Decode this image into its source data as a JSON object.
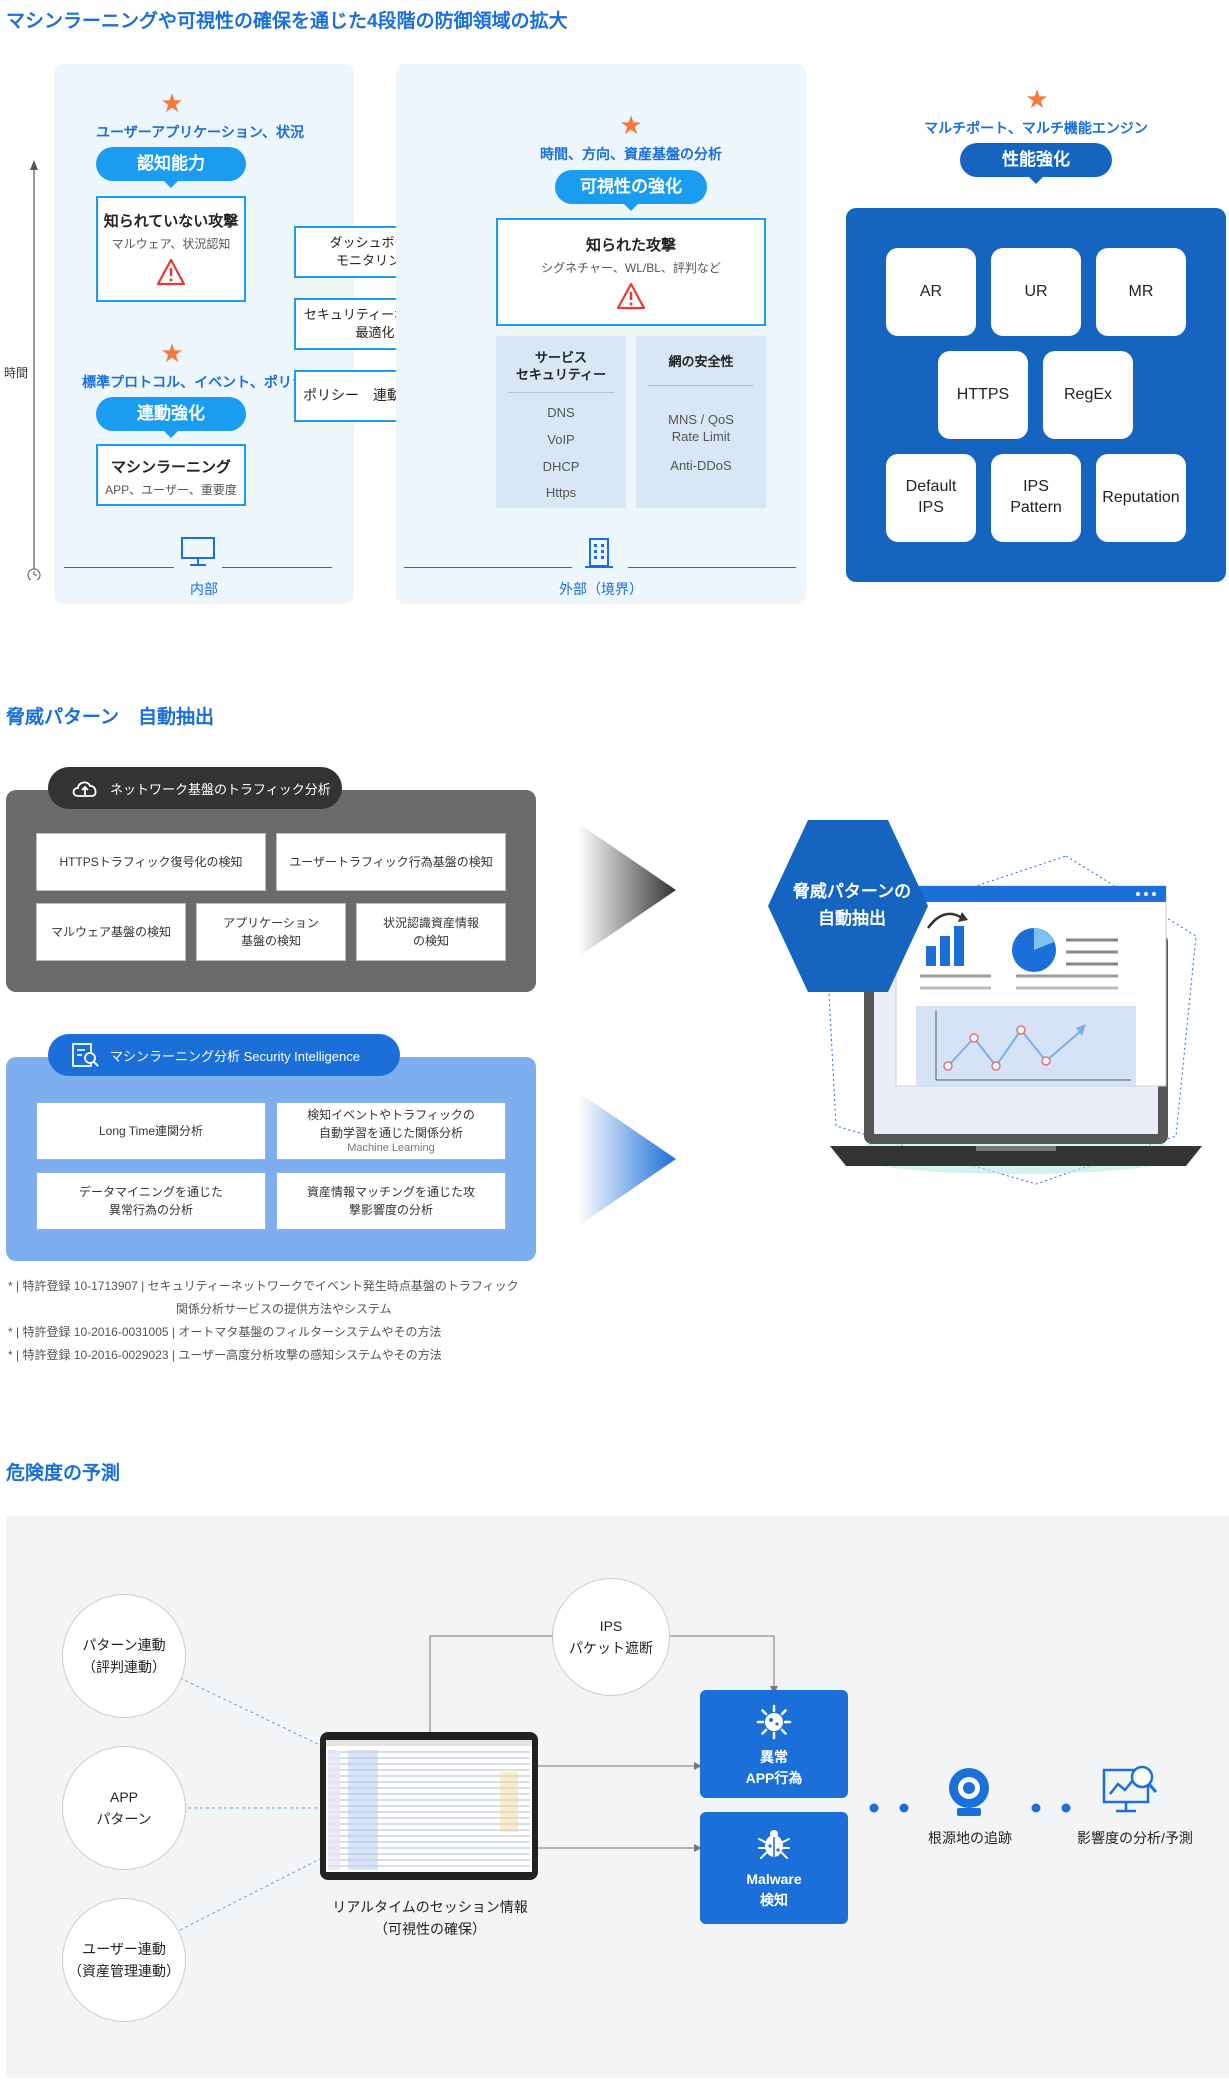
{
  "section1": {
    "title": "マシンラーニングや可視性の確保を通じた4段階の防御領域の拡大",
    "time_label": "時間",
    "inner": {
      "top_label": "ユーザーアプリケーション、状況",
      "top_pill": "認知能力",
      "unknown_title": "知られていない攻撃",
      "unknown_sub": "マルウェア、状況認知",
      "bottom_label": "標準プロトコル、イベント、ポリシー",
      "bottom_pill": "連動強化",
      "ml_title": "マシンラーニング",
      "ml_sub": "APP、ユーザー、重要度",
      "footer": "内部"
    },
    "middle_boxes": [
      "ダッシュボード\nモニタリング",
      "セキュリティーポリシー\n最適化",
      "ポリシー　連動 自動化"
    ],
    "outer": {
      "top_label": "時間、方向、資産基盤の分析",
      "pill": "可視性の強化",
      "known_title": "知られた攻撃",
      "known_sub": "シグネチャー、WL/BL、評判など",
      "col1_header": "サービス\nセキュリティー",
      "col1_items": [
        "DNS",
        "VoIP",
        "DHCP",
        "Https"
      ],
      "col2_header": "網の安全性",
      "col2_items": [
        "MNS / QoS\nRate Limit",
        "Anti-DDoS"
      ],
      "footer": "外部（境界）"
    },
    "perf": {
      "top_label": "マルチポート、マルチ機能エンジン",
      "pill": "性能強化",
      "tiles": [
        "AR",
        "UR",
        "MR",
        "HTTPS",
        "RegEx",
        "Default\nIPS",
        "IPS\nPattern",
        "Reputation"
      ]
    }
  },
  "section2": {
    "title": "脅威パターン　自動抽出",
    "group1_label": "ネットワーク基盤のトラフィック分析",
    "group1_items": [
      "HTTPSトラフィック復号化の検知",
      "ユーザートラフィック行為基盤の検知",
      "マルウェア基盤の検知",
      "アプリケーション\n基盤の検知",
      "状況認識資産情報\nの検知"
    ],
    "group2_label": "マシンラーニング分析 Security Intelligence",
    "group2_items": [
      "Long Time連関分析",
      "検知イベントやトラフィックの\n自動学習を通じた関係分析",
      "データマイニングを通じた\n異常行為の分析",
      "資産情報マッチングを通じた攻\n撃影響度の分析"
    ],
    "group2_item2_sub": "Machine Learning",
    "hex_label": "脅威パターンの\n自動抽出",
    "notes": [
      "* | 特許登録 10-1713907 |  セキュリティーネットワークでイベント発生時点基盤のトラフィック",
      "関係分析サービスの提供方法やシステム",
      "* | 特許登録 10-2016-0031005 |  オートマタ基盤のフィルターシステムやその方法",
      "* | 特許登録 10-2016-0029023 |  ユーザー高度分析攻撃の感知システムやその方法"
    ]
  },
  "section3": {
    "title": "危険度の予測",
    "circles": [
      "パターン連動\n（評判連動）",
      "APP\nパターン",
      "ユーザー連動\n（資産管理連動）"
    ],
    "ips": "IPS\nパケット遮断",
    "session_caption": "リアルタイムのセッション情報\n（可視性の確保）",
    "abnormal": "異常\nAPP行為",
    "malware": "Malware\n検知",
    "trace": "根源地の追跡",
    "impact": "影響度の分析/予測"
  },
  "colors": {
    "accent": "#1a6fd8",
    "light_panel": "#edf5fd",
    "pill_blue": "#1a9cf0",
    "dark_blue": "#1565c0",
    "star_orange": "#f5793a"
  }
}
